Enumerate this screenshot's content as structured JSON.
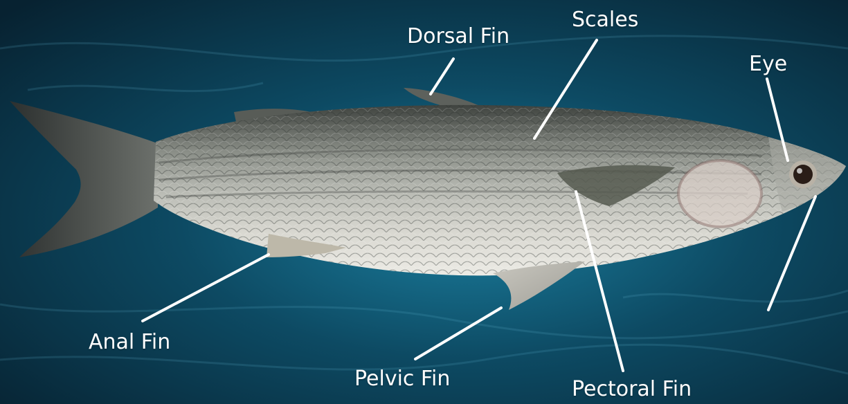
{
  "title": "",
  "image": {
    "subject": "fish",
    "background": "ocean-water"
  },
  "labels": {
    "dorsal_fin": "Dorsal Fin",
    "scales": "Scales",
    "eye": "Eye",
    "anal_fin": "Anal Fin",
    "pelvic_fin": "Pelvic Fin",
    "pectoral_fin": "Pectoral Fin"
  },
  "colors": {
    "label_text": "#ffffff",
    "leader_line": "#ffffff",
    "water_dark": "#072231",
    "water_mid": "#0d4a63",
    "water_light": "#1b7f9f",
    "fish_back": "#4b4f4b",
    "fish_belly": "#e4e3dc"
  }
}
